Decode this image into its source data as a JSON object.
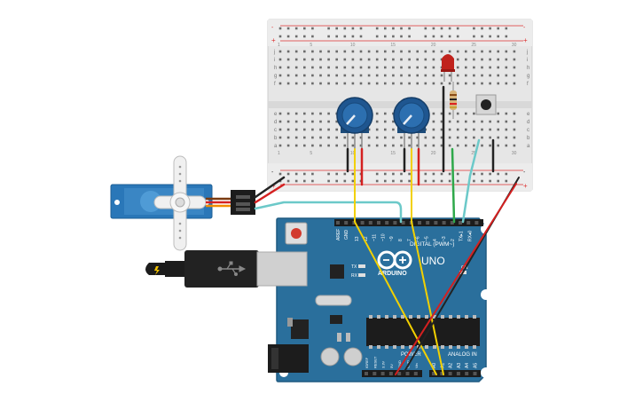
{
  "arduino": {
    "brand": "ARDUINO",
    "model": "UNO",
    "digital_label": "DIGITAL (PWM~)",
    "analog_label": "ANALOG IN",
    "power_label": "POWER",
    "on_label": "ON",
    "tx_label": "TX",
    "rx_label": "RX",
    "aref_label": "AREF",
    "gnd_label": "GND",
    "digital_pins": [
      "13",
      "12",
      "~11",
      "~10",
      "~9",
      "8",
      "7",
      "~6",
      "~5",
      "4",
      "~3",
      "2",
      "TX▸1",
      "RX◂0"
    ],
    "power_pins": [
      "IOREF",
      "RESET",
      "3.3V",
      "5V",
      "GND",
      "GND",
      "Vin"
    ],
    "analog_pins": [
      "A0",
      "A1",
      "A2",
      "A3",
      "A4",
      "A5"
    ]
  },
  "breadboard": {
    "row_letters_top": [
      "j",
      "i",
      "h",
      "g",
      "f"
    ],
    "row_letters_bottom": [
      "e",
      "d",
      "c",
      "b",
      "a"
    ],
    "column_numbers": [
      "1",
      "5",
      "10",
      "15",
      "20",
      "25",
      "30"
    ],
    "rail_plus": "+",
    "rail_minus": "-"
  },
  "colors": {
    "board_blue": "#2a6f9c",
    "board_edge": "#1f5a80",
    "breadboard": "#e8e8e8",
    "wire_yellow": "#f2d000",
    "wire_red": "#d42020",
    "wire_black": "#222222",
    "wire_green": "#2ea84a",
    "wire_cyan": "#6cc9c9",
    "servo_blue": "#2a77b8",
    "led_red": "#c0221c"
  }
}
